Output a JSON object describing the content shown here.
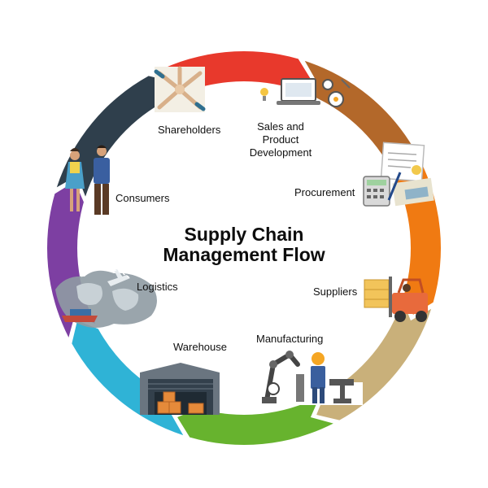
{
  "diagram": {
    "title_line1": "Supply Chain",
    "title_line2": "Management Flow",
    "stages": [
      {
        "label": "Shareholders",
        "color": "#e8392c",
        "icon": "handshake-circle-icon"
      },
      {
        "label": "Sales and Product Development",
        "color": "#b3682a",
        "icon": "laptop-gears-icon"
      },
      {
        "label": "Procurement",
        "color": "#f07a12",
        "icon": "calculator-documents-icon"
      },
      {
        "label": "Suppliers",
        "color": "#c9b07a",
        "icon": "forklift-icon"
      },
      {
        "label": "Manufacturing",
        "color": "#67b32e",
        "icon": "factory-worker-robot-icon"
      },
      {
        "label": "Warehouse",
        "color": "#2fb3d6",
        "icon": "warehouse-boxes-icon"
      },
      {
        "label": "Logistics",
        "color": "#7d3fa2",
        "icon": "world-map-transport-icon"
      },
      {
        "label": "Consumers",
        "color": "#2f3f4c",
        "icon": "couple-people-icon"
      }
    ],
    "labels": {
      "shareholders": "Shareholders",
      "sales_1": "Sales and",
      "sales_2": "Product",
      "sales_3": "Development",
      "procurement": "Procurement",
      "suppliers": "Suppliers",
      "manufacturing": "Manufacturing",
      "warehouse": "Warehouse",
      "logistics": "Logistics",
      "consumers": "Consumers"
    }
  }
}
